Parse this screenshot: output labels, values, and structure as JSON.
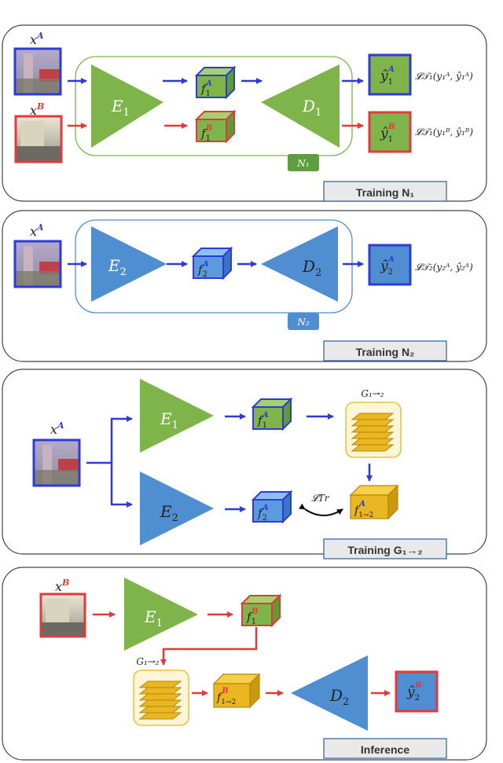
{
  "colors": {
    "blue": "#2f3bd6",
    "red": "#e23a3a",
    "green": "#7fb44a",
    "steel": "#4f8ed0",
    "gold": "#e8b722",
    "panel_border": "#444444",
    "tag_fill": "#e9e9e9",
    "tag_border": "#2a5fa8"
  },
  "icons": {
    "image_a": "street-photo-thumbnail",
    "image_b": "building-photo-thumbnail",
    "feature": "feature-cube-icon",
    "translator": "stacked-layers-icon",
    "arrow": "arrow-right-icon"
  },
  "panel1": {
    "input_a": "x",
    "input_a_sup": "A",
    "input_b": "x",
    "input_b_sup": "B",
    "encoder": "E",
    "encoder_sub": "1",
    "decoder": "D",
    "decoder_sub": "1",
    "feat_a": "f",
    "feat_a_sub": "1",
    "feat_a_sup": "A",
    "feat_b": "f",
    "feat_b_sub": "1",
    "feat_b_sup": "B",
    "out_a": "ŷ",
    "out_a_sub": "1",
    "out_a_sup": "A",
    "out_b": "ŷ",
    "out_b_sub": "1",
    "out_b_sup": "B",
    "loss_a": "𝓛𝒯₁(y₁ᴬ, ŷ₁ᴬ)",
    "loss_b": "𝓛𝒯₁(y₁ᴮ, ŷ₁ᴮ)",
    "net_tag": "N₁",
    "title": "Training N₁"
  },
  "panel2": {
    "input_a": "x",
    "input_a_sup": "A",
    "encoder": "E",
    "encoder_sub": "2",
    "decoder": "D",
    "decoder_sub": "2",
    "feat": "f",
    "feat_sub": "2",
    "feat_sup": "A",
    "out": "ŷ",
    "out_sub": "2",
    "out_sup": "A",
    "loss": "𝓛𝒯₂(y₂ᴬ, ŷ₂ᴬ)",
    "net_tag": "N₂",
    "title": "Training N₂"
  },
  "panel3": {
    "input_a": "x",
    "input_a_sup": "A",
    "encoder1": "E",
    "encoder1_sub": "1",
    "encoder2": "E",
    "encoder2_sub": "2",
    "feat1": "f",
    "feat1_sub": "1",
    "feat1_sup": "A",
    "feat2": "f",
    "feat2_sub": "2",
    "feat2_sup": "A",
    "translator": "G₁→₂",
    "feat_t": "f",
    "feat_t_sub": "1→2",
    "feat_t_sup": "A",
    "loss": "𝓛Tr",
    "title": "Training G₁→₂"
  },
  "panel4": {
    "input_b": "x",
    "input_b_sup": "B",
    "encoder": "E",
    "encoder_sub": "1",
    "feat": "f",
    "feat_sub": "1",
    "feat_sup": "B",
    "translator": "G₁→₂",
    "feat_t": "f",
    "feat_t_sub": "1→2",
    "feat_t_sup": "B",
    "decoder": "D",
    "decoder_sub": "2",
    "out": "ŷ",
    "out_sub": "2",
    "out_sup": "B",
    "title": "Inference"
  }
}
